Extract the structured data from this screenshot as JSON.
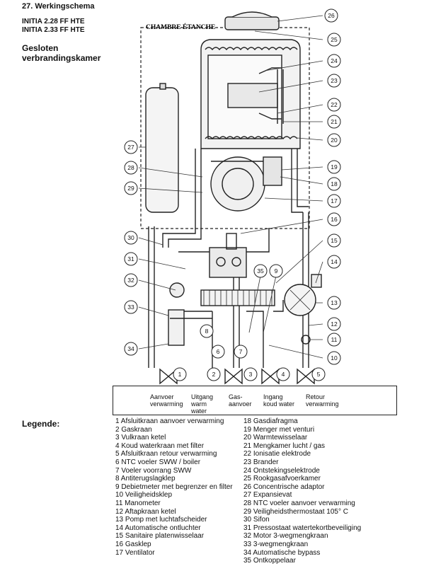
{
  "page": {
    "section_title": "27. Werkingschema",
    "models": [
      "INITIA 2.28 FF HTE",
      "INITIA 2.33 FF HTE"
    ],
    "subtitle_line1": "Gesloten",
    "subtitle_line2": "verbrandingskamer"
  },
  "diagram": {
    "chamber_label": "CHAMBRE ÉTANCHE",
    "callouts": [
      "1",
      "2",
      "3",
      "4",
      "5",
      "6",
      "7",
      "8",
      "9",
      "10",
      "11",
      "12",
      "13",
      "14",
      "15",
      "16",
      "17",
      "18",
      "19",
      "20",
      "21",
      "22",
      "23",
      "24",
      "25",
      "26",
      "27",
      "28",
      "29",
      "30",
      "31",
      "32",
      "33",
      "34",
      "35"
    ],
    "connections": [
      {
        "line1": "Aanvoer",
        "line2": "verwarming",
        "line3": ""
      },
      {
        "line1": "Uitgang",
        "line2": "warm",
        "line3": "water"
      },
      {
        "line1": "Gas-",
        "line2": "aanvoer",
        "line3": ""
      },
      {
        "line1": "Ingang",
        "line2": "koud water",
        "line3": ""
      },
      {
        "line1": "Retour",
        "line2": "verwarming",
        "line3": ""
      }
    ]
  },
  "legend": {
    "title": "Legende:",
    "left": [
      "1  Afsluitkraan aanvoer verwarming",
      "2  Gaskraan",
      "3  Vulkraan ketel",
      "4  Koud waterkraan met filter",
      "5  Afsluitkraan retour verwarming",
      "6  NTC voeler SWW / boiler",
      "7  Voeler voorrang SWW",
      "8  Antiterugslagklep",
      "9  Debietmeter met begrenzer en filter",
      "10 Veiligheidsklep",
      "11 Manometer",
      "12 Aftapkraan ketel",
      "13 Pomp met luchtafscheider",
      "14 Automatische ontluchter",
      "15 Sanitaire platenwisselaar",
      "16 Gasklep",
      "17 Ventilator"
    ],
    "right": [
      "18 Gasdiafragma",
      "19 Menger met venturi",
      "20 Warmtewisselaar",
      "21 Mengkamer lucht / gas",
      "22 Ionisatie elektrode",
      "23  Brander",
      "24 Ontstekingselektrode",
      "25 Rookgasafvoerkamer",
      "26 Concentrische adaptor",
      "27 Expansievat",
      "28 NTC voeler aanvoer verwarming",
      "29 Veiligheidsthermostaat 105° C",
      "30 Sifon",
      "31 Pressostaat watertekortbeveiliging",
      "32 Motor 3-wegmengkraan",
      "33 3-wegmengkraan",
      "34 Automatische bypass",
      "35 Ontkoppelaar"
    ]
  }
}
